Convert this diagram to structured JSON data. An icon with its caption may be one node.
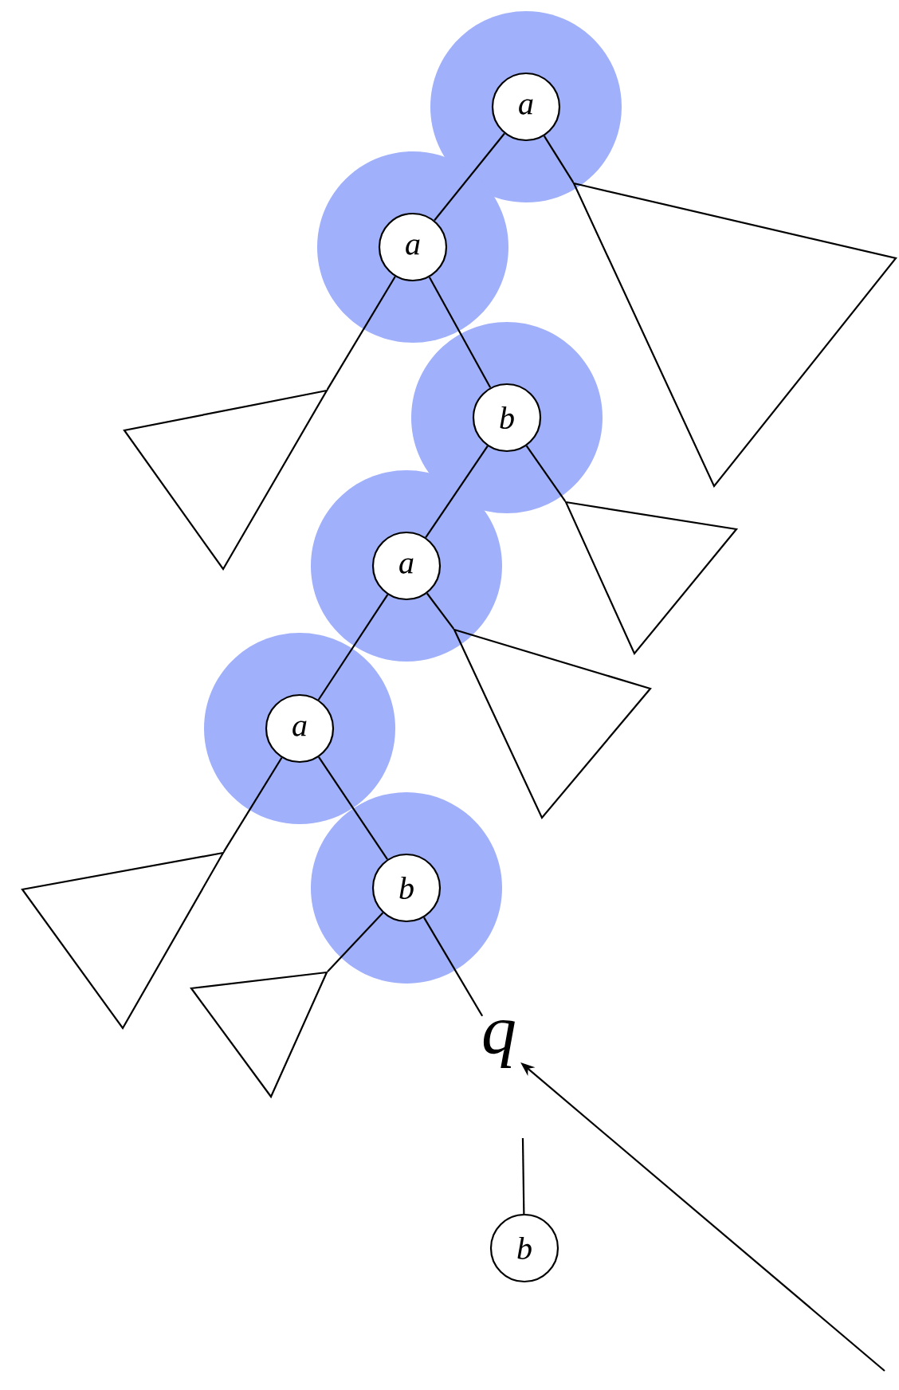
{
  "diagram": {
    "nodes": [
      {
        "text": [
          "a"
        ]
      },
      {
        "text": [],
        "shape": "triangle"
      },
      {
        "text": [
          "a"
        ]
      },
      {
        "text": [],
        "shape": "triangle"
      },
      {
        "text": [
          "b"
        ]
      },
      {
        "text": [],
        "shape": "triangle"
      },
      {
        "text": [
          "a"
        ]
      },
      {
        "text": [],
        "shape": "triangle"
      },
      {
        "text": [
          "a"
        ]
      },
      {
        "text": [],
        "shape": "triangle"
      },
      {
        "text": [
          "b"
        ]
      },
      {
        "text": [],
        "shape": "triangle"
      },
      {
        "text": [
          "q"
        ]
      },
      {
        "text": [
          "b"
        ]
      }
    ],
    "edges": [
      {
        "from": 0,
        "to": 1,
        "arrow": "none"
      },
      {
        "from": 0,
        "to": 2,
        "arrow": "none"
      },
      {
        "from": 2,
        "to": 3,
        "arrow": "none"
      },
      {
        "from": 2,
        "to": 4,
        "arrow": "none"
      },
      {
        "from": 4,
        "to": 5,
        "arrow": "none"
      },
      {
        "from": 4,
        "to": 6,
        "arrow": "none"
      },
      {
        "from": 6,
        "to": 7,
        "arrow": "none"
      },
      {
        "from": 6,
        "to": 8,
        "arrow": "none"
      },
      {
        "from": 8,
        "to": 9,
        "arrow": "none"
      },
      {
        "from": 8,
        "to": 10,
        "arrow": "none"
      },
      {
        "from": 10,
        "to": 11,
        "arrow": "none"
      },
      {
        "from": 10,
        "to": 12,
        "arrow": "none"
      },
      {
        "from": null,
        "to": 13,
        "arrow": "none"
      },
      {
        "from": null,
        "to": 12,
        "arrow": "to"
      }
    ]
  }
}
